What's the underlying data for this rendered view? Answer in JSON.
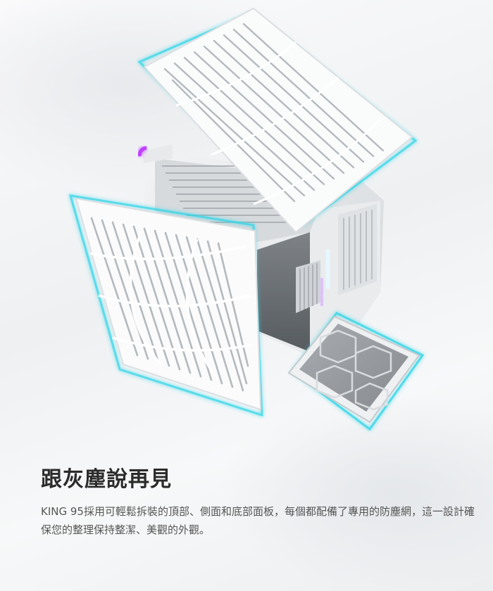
{
  "hero_image": {
    "subject": "white PC case with removable top, side and bottom dust filters",
    "accent_glow": "#35d6e8",
    "rgb_accent": "#c040ff"
  },
  "section": {
    "headline": "跟灰塵說再見",
    "description": "KING 95採用可輕鬆拆裝的頂部、側面和底部面板，每個都配備了專用的防塵網，這一設計確保您的整理保持整潔、美觀的外觀。"
  }
}
